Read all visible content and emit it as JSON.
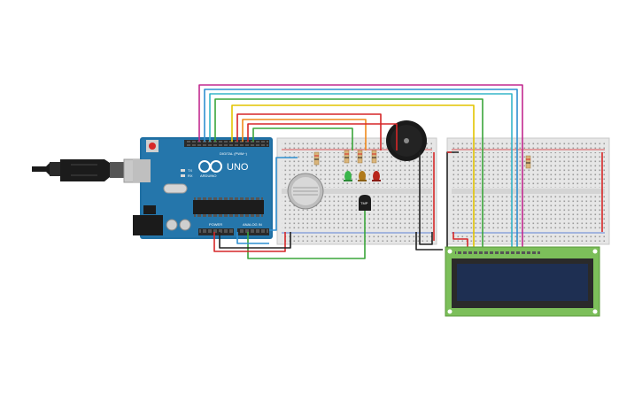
{
  "arduino": {
    "brand": "UNO",
    "sub_brand": "ARDUINO",
    "digital_label": "DIGITAL (PWM~)",
    "analog_label": "ANALOG IN",
    "power_label": "POWER",
    "led_labels": [
      "TX",
      "RX"
    ]
  },
  "temp_sensor": {
    "label": "TMP"
  },
  "colors": {
    "board": "#1f6fa3",
    "breadboard": "#e6e6e6",
    "lcd_pcb": "#7cbf5a",
    "lcd_screen": "#1e2f52",
    "wire_red": "#d62728",
    "wire_black": "#222222",
    "wire_green": "#3aa53a",
    "wire_magenta": "#c2298f",
    "wire_blue": "#2f8fd0",
    "wire_cyan": "#35b5c9",
    "wire_yellow": "#e2c400",
    "wire_orange": "#f08a1c"
  },
  "icons": [
    "usb-cable-icon",
    "reset-button-icon",
    "buzzer-icon",
    "gas-sensor-icon"
  ]
}
